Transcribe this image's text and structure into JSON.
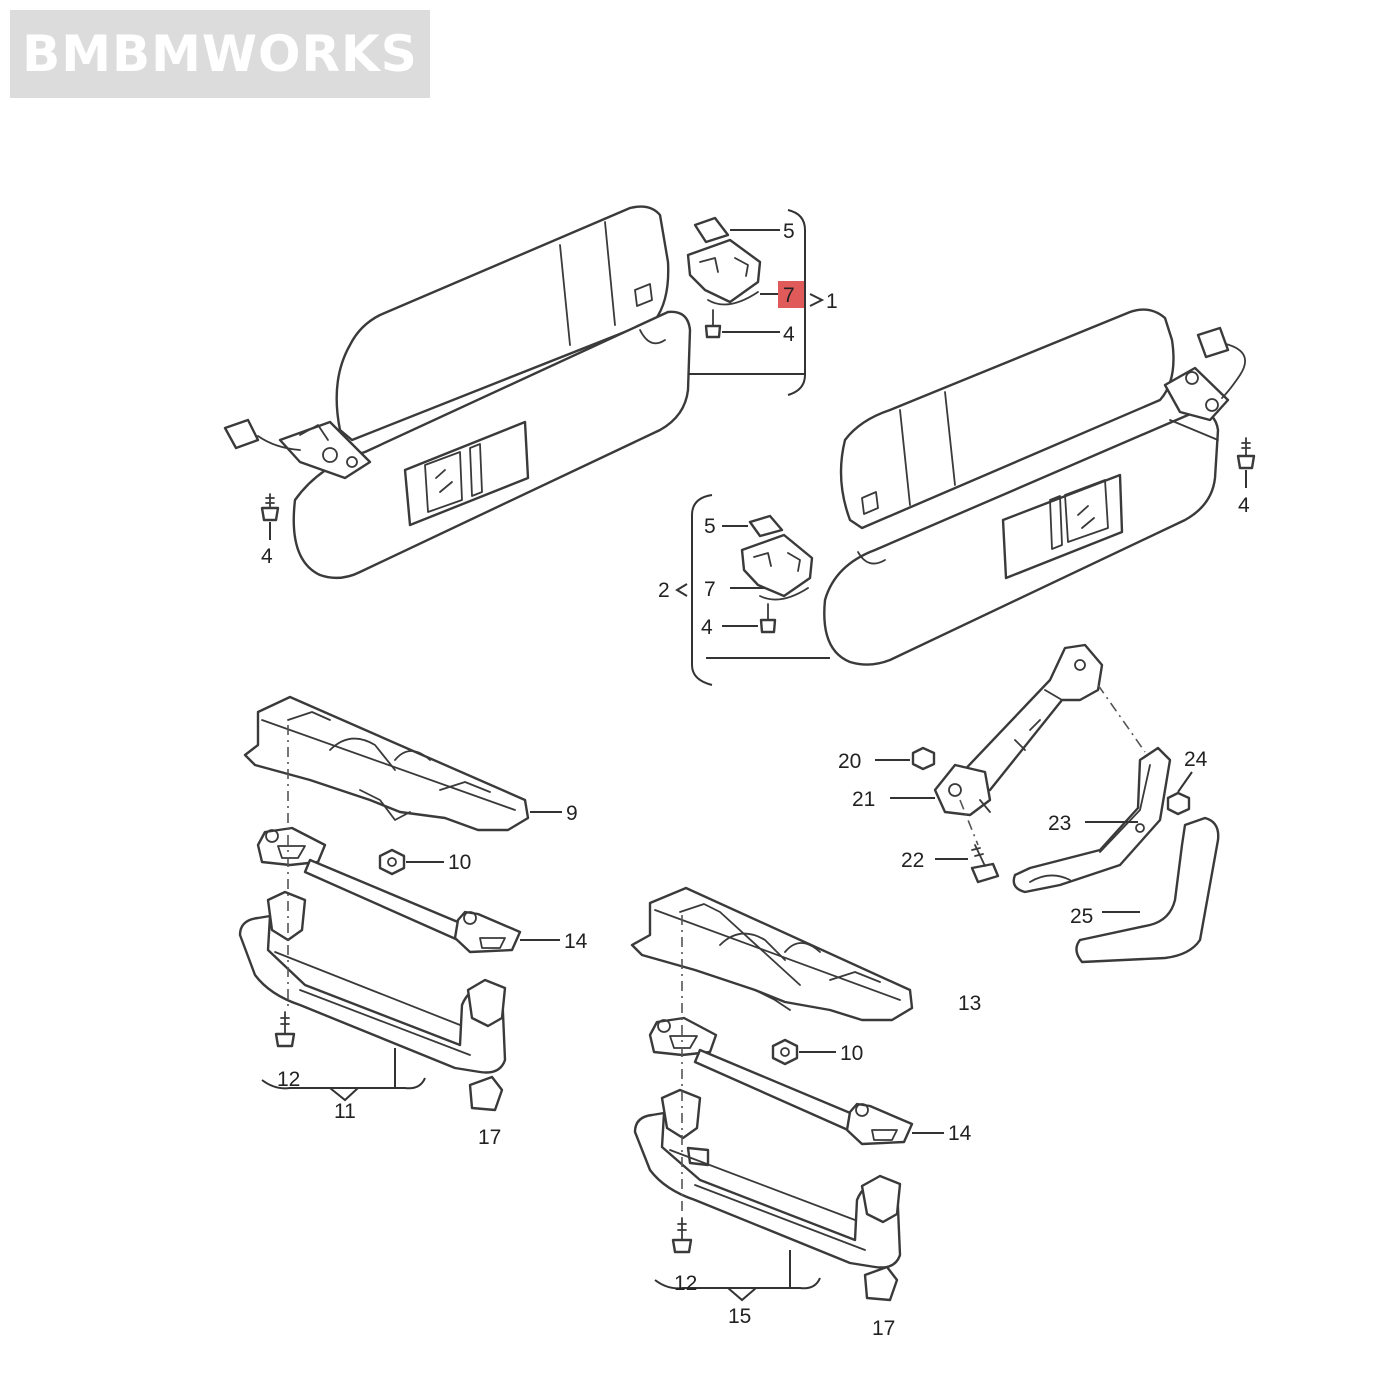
{
  "brand": {
    "name": "BMBMWORKS"
  },
  "colors": {
    "highlight": "#e05a5a",
    "line": "#3a3a3a",
    "badge": "#dcdcdc"
  },
  "callouts": {
    "c1": "1",
    "c2": "2",
    "c4a": "4",
    "c4b": "4",
    "c4c": "4",
    "c4d": "4",
    "c5a": "5",
    "c5b": "5",
    "c7a": "7",
    "c7b": "7",
    "c9": "9",
    "c10a": "10",
    "c10b": "10",
    "c11": "11",
    "c12a": "12",
    "c12b": "12",
    "c13": "13",
    "c14a": "14",
    "c14b": "14",
    "c15": "15",
    "c17a": "17",
    "c17b": "17",
    "c20": "20",
    "c21": "21",
    "c22": "22",
    "c23": "23",
    "c24": "24",
    "c25": "25"
  },
  "highlighted_callout": "7"
}
